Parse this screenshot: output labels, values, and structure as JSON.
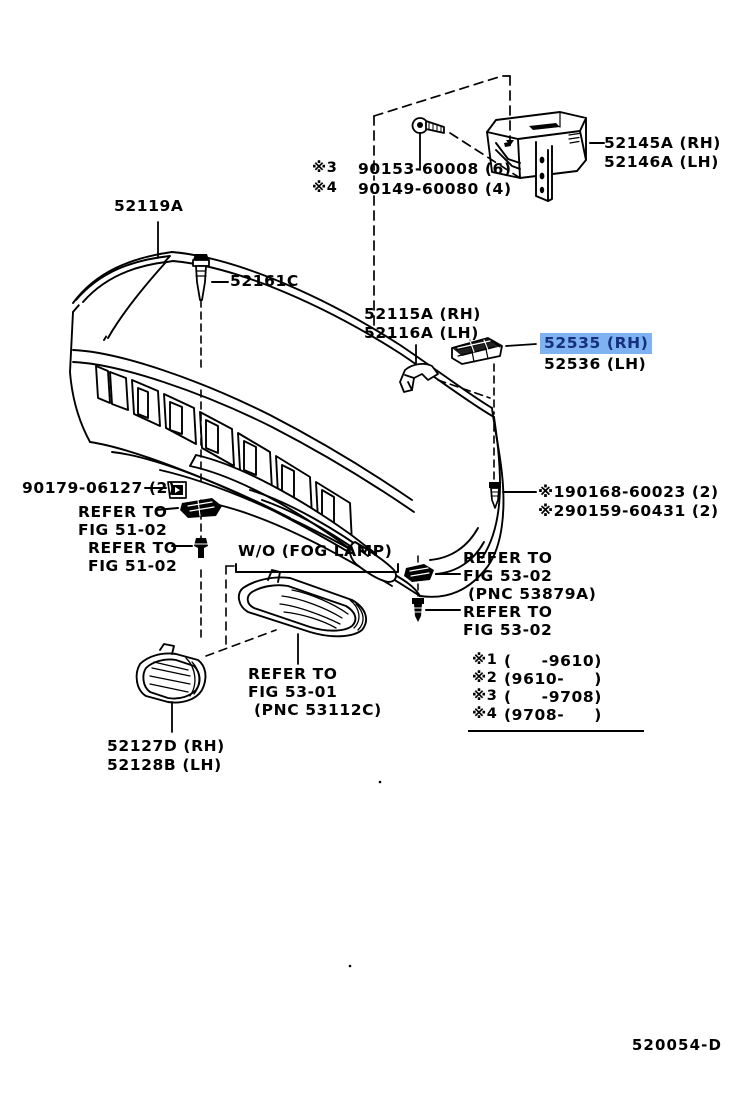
{
  "diagram": {
    "footer_number": "520054-D",
    "background_color": "#ffffff",
    "line_color": "#000000",
    "highlight_bg": "#7fb2f0",
    "highlight_fg": "#14307f"
  },
  "callouts": {
    "bracket_rh": "52145A (RH)",
    "bracket_lh": "52146A (LH)",
    "bolt_note_3_mark": "※3",
    "bolt_note_3": "90153-60008 (6)",
    "bolt_note_4_mark": "※4",
    "bolt_note_4": "90149-60080 (4)",
    "cover_upper": "52119A",
    "retainer": "52161C",
    "support_rh": "52115A (RH)",
    "support_lh": "52116A (LH)",
    "seal_rh": "52535 (RH)",
    "seal_lh": "52536 (LH)",
    "clip_90179": "90179-06127 (2)",
    "refer_fig51_a_line1": "REFER TO",
    "refer_fig51_a_line2": "FIG 51-02",
    "refer_fig51_b_line1": "REFER TO",
    "refer_fig51_b_line2": "FIG 51-02",
    "screw_1": "※190168-60023 (2)",
    "screw_2": "※290159-60431 (2)",
    "wo_fog_lamp": "W/O (FOG LAMP)",
    "refer_fig53_01_line1": "REFER TO",
    "refer_fig53_01_line2": "FIG 53-01",
    "refer_fig53_01_line3": "(PNC 53112C)",
    "refer_fig53_02a_line1": "REFER TO",
    "refer_fig53_02a_line2": "FIG 53-02",
    "refer_fig53_02a_line3": "(PNC 53879A)",
    "refer_fig53_02b_line1": "REFER TO",
    "refer_fig53_02b_line2": "FIG 53-02",
    "grille_rh": "52127D (RH)",
    "grille_lh": "52128B (LH)"
  },
  "legend": {
    "rows": [
      {
        "mark": "※1",
        "range": "(     -9610)"
      },
      {
        "mark": "※2",
        "range": "(9610-     )"
      },
      {
        "mark": "※3",
        "range": "(     -9708)"
      },
      {
        "mark": "※4",
        "range": "(9708-     )"
      }
    ]
  }
}
